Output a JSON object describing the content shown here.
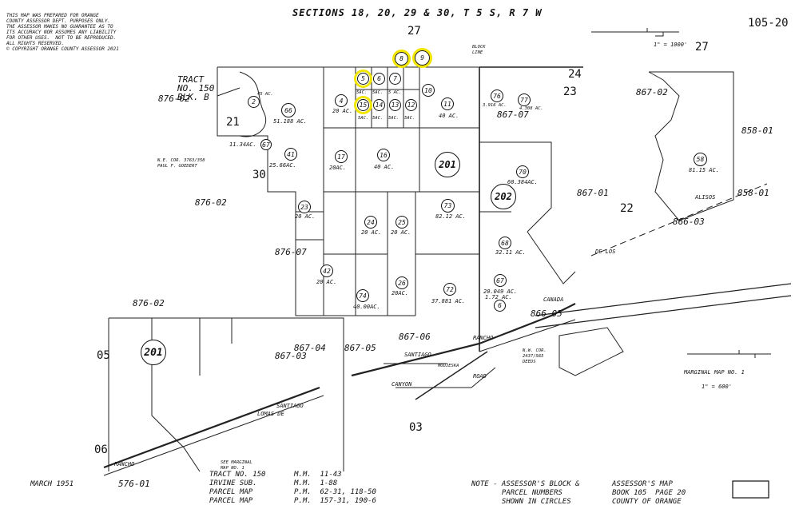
{
  "header": {
    "title": "SECTIONS 18, 20, 29 & 30, T 5 S, R 7 W",
    "disclaimer": "THIS MAP WAS PREPARED FOR ORANGE\nCOUNTY ASSESSOR DEPT. PURPOSES ONLY.\nTHE ASSESSOR MAKES NO GUARANTEE AS TO\nITS ACCURACY NOR ASSUMES ANY LIABILITY\nFOR OTHER USES.  NOT TO BE REPRODUCED.\nALL RIGHTS RESERVED.\n© COPYRIGHT ORANGE COUNTY ASSESSOR 2021",
    "page_number": "105-20",
    "scale_main": "1\" = 1000'",
    "scale_inset": "1\" = 600'"
  },
  "labels": {
    "sec27_top": "27",
    "sec27_right": "27",
    "sec24": "24",
    "sec23": "23",
    "sec22": "22",
    "sec21": "21",
    "sec30": "30",
    "sec05": "05",
    "sec03": "03",
    "sec06": "06",
    "tract": "TRACT\nNO. 150\nBLK. B",
    "block_line": "BLOCK\nLINE",
    "ne_cor": "N.E. COR. 3763/358\nPAUL F. GOEDERT",
    "road_santiago": "SANTIAGO",
    "road_canyon": "CANYON",
    "road_road": "ROAD",
    "road_rancho": "RANCHO",
    "road_modjeska": "MODJESKA",
    "road_lomas_de": "LOMAS  DE",
    "road_santiago_lower": "SANTIAGO",
    "road_canada": "CANADA",
    "road_alisos": "ALISOS",
    "road_de_los": "DE  LOS",
    "marginal_map": "MARGINAL MAP NO. 1",
    "see_marginal": "SEE MARGINAL\nMAP NO. 1",
    "nw_cor": "N.W. COR.\n2437/565\nDEEDS",
    "rancho_lower": "RANCHO"
  },
  "block_numbers": {
    "b876_02_top": "876-02",
    "b876_02_mid": "876-02",
    "b876_02_lower": "876-02",
    "b876_07": "876-07",
    "b867_02": "867-02",
    "b867_07": "867-07",
    "b867_01": "867-01",
    "b858_01_vert": "858-01",
    "b858_01": "858-01",
    "b866_03": "866-03",
    "b866_05": "866-05",
    "b867_06": "867-06",
    "b867_03": "867-03",
    "b867_04": "867-04",
    "b867_05": "867-05",
    "b576_01": "576-01"
  },
  "parcels": [
    {
      "n": "8",
      "a": ""
    },
    {
      "n": "9",
      "a": ""
    },
    {
      "n": "5",
      "a": "5AC."
    },
    {
      "n": "6",
      "a": "5AC."
    },
    {
      "n": "7",
      "a": "5 AC."
    },
    {
      "n": "15",
      "a": "5AC."
    },
    {
      "n": "14",
      "a": "5AC."
    },
    {
      "n": "13",
      "a": "5AC."
    },
    {
      "n": "12",
      "a": "5AC."
    },
    {
      "n": "10",
      "a": ""
    },
    {
      "n": "11",
      "a": "40 AC."
    },
    {
      "n": "4",
      "a": "20 AC."
    },
    {
      "n": "66",
      "a": "51.188 AC."
    },
    {
      "n": "2",
      "a": "45 AC."
    },
    {
      "n": "17",
      "a": "20AC."
    },
    {
      "n": "16",
      "a": "40 AC."
    },
    {
      "n": "201",
      "a": ""
    },
    {
      "n": "73",
      "a": "82.12 AC."
    },
    {
      "n": "23",
      "a": "20 AC."
    },
    {
      "n": "24",
      "a": "20 AC."
    },
    {
      "n": "25",
      "a": "20 AC."
    },
    {
      "n": "42",
      "a": "20 AC."
    },
    {
      "n": "74",
      "a": "40.00AC."
    },
    {
      "n": "26",
      "a": "20AC."
    },
    {
      "n": "72",
      "a": "37.881 AC."
    },
    {
      "n": "70",
      "a": "60.384AC."
    },
    {
      "n": "202",
      "a": ""
    },
    {
      "n": "58",
      "a": "81.15 AC."
    },
    {
      "n": "68",
      "a": "32.11 AC."
    },
    {
      "n": "67",
      "a": "20.049 AC."
    },
    {
      "n": "6",
      "a": "1.72 AC."
    },
    {
      "n": "76",
      "a": "3.916 AC."
    },
    {
      "n": "77",
      "a": "4.308 AC."
    },
    {
      "n": "41",
      "a": "25.66AC."
    },
    {
      "n": "67",
      "a": "11.34AC."
    }
  ],
  "footer": {
    "date": "MARCH 1951",
    "refs_left": "TRACT NO. 150\nIRVINE SUB.\nPARCEL MAP\nPARCEL MAP",
    "refs_mid": "M.M.  11-43\nM.M.  1-88\nP.M.  62-31, 118-50\nP.M.  157-31, 190-6",
    "note": "NOTE - ASSESSOR'S BLOCK &\n       PARCEL NUMBERS\n       SHOWN IN CIRCLES",
    "assessor": "ASSESSOR'S MAP\nBOOK 105  PAGE 20\nCOUNTY OF ORANGE"
  },
  "highlight_color": "#f2e600"
}
